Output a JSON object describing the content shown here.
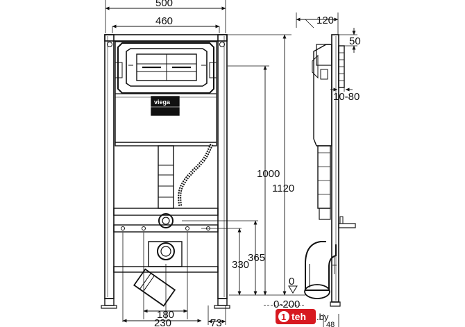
{
  "front_view": {
    "width_total": "500",
    "width_inner": "460",
    "height_total": "1120",
    "height_frame": "1000",
    "outlet_height": "365",
    "inlet_height": "330",
    "outlet_spacing": "180",
    "bottom_width": "230",
    "offset_bottom": "73",
    "floor_range": "0-200",
    "floor_level": "0",
    "logo_text": "viega"
  },
  "side_view": {
    "depth": "120",
    "top_offset": "50",
    "depth_range": "10-80",
    "bottom_partial": "48"
  },
  "watermark": {
    "badge": "1",
    "site": "teh",
    "tld": ".by"
  }
}
